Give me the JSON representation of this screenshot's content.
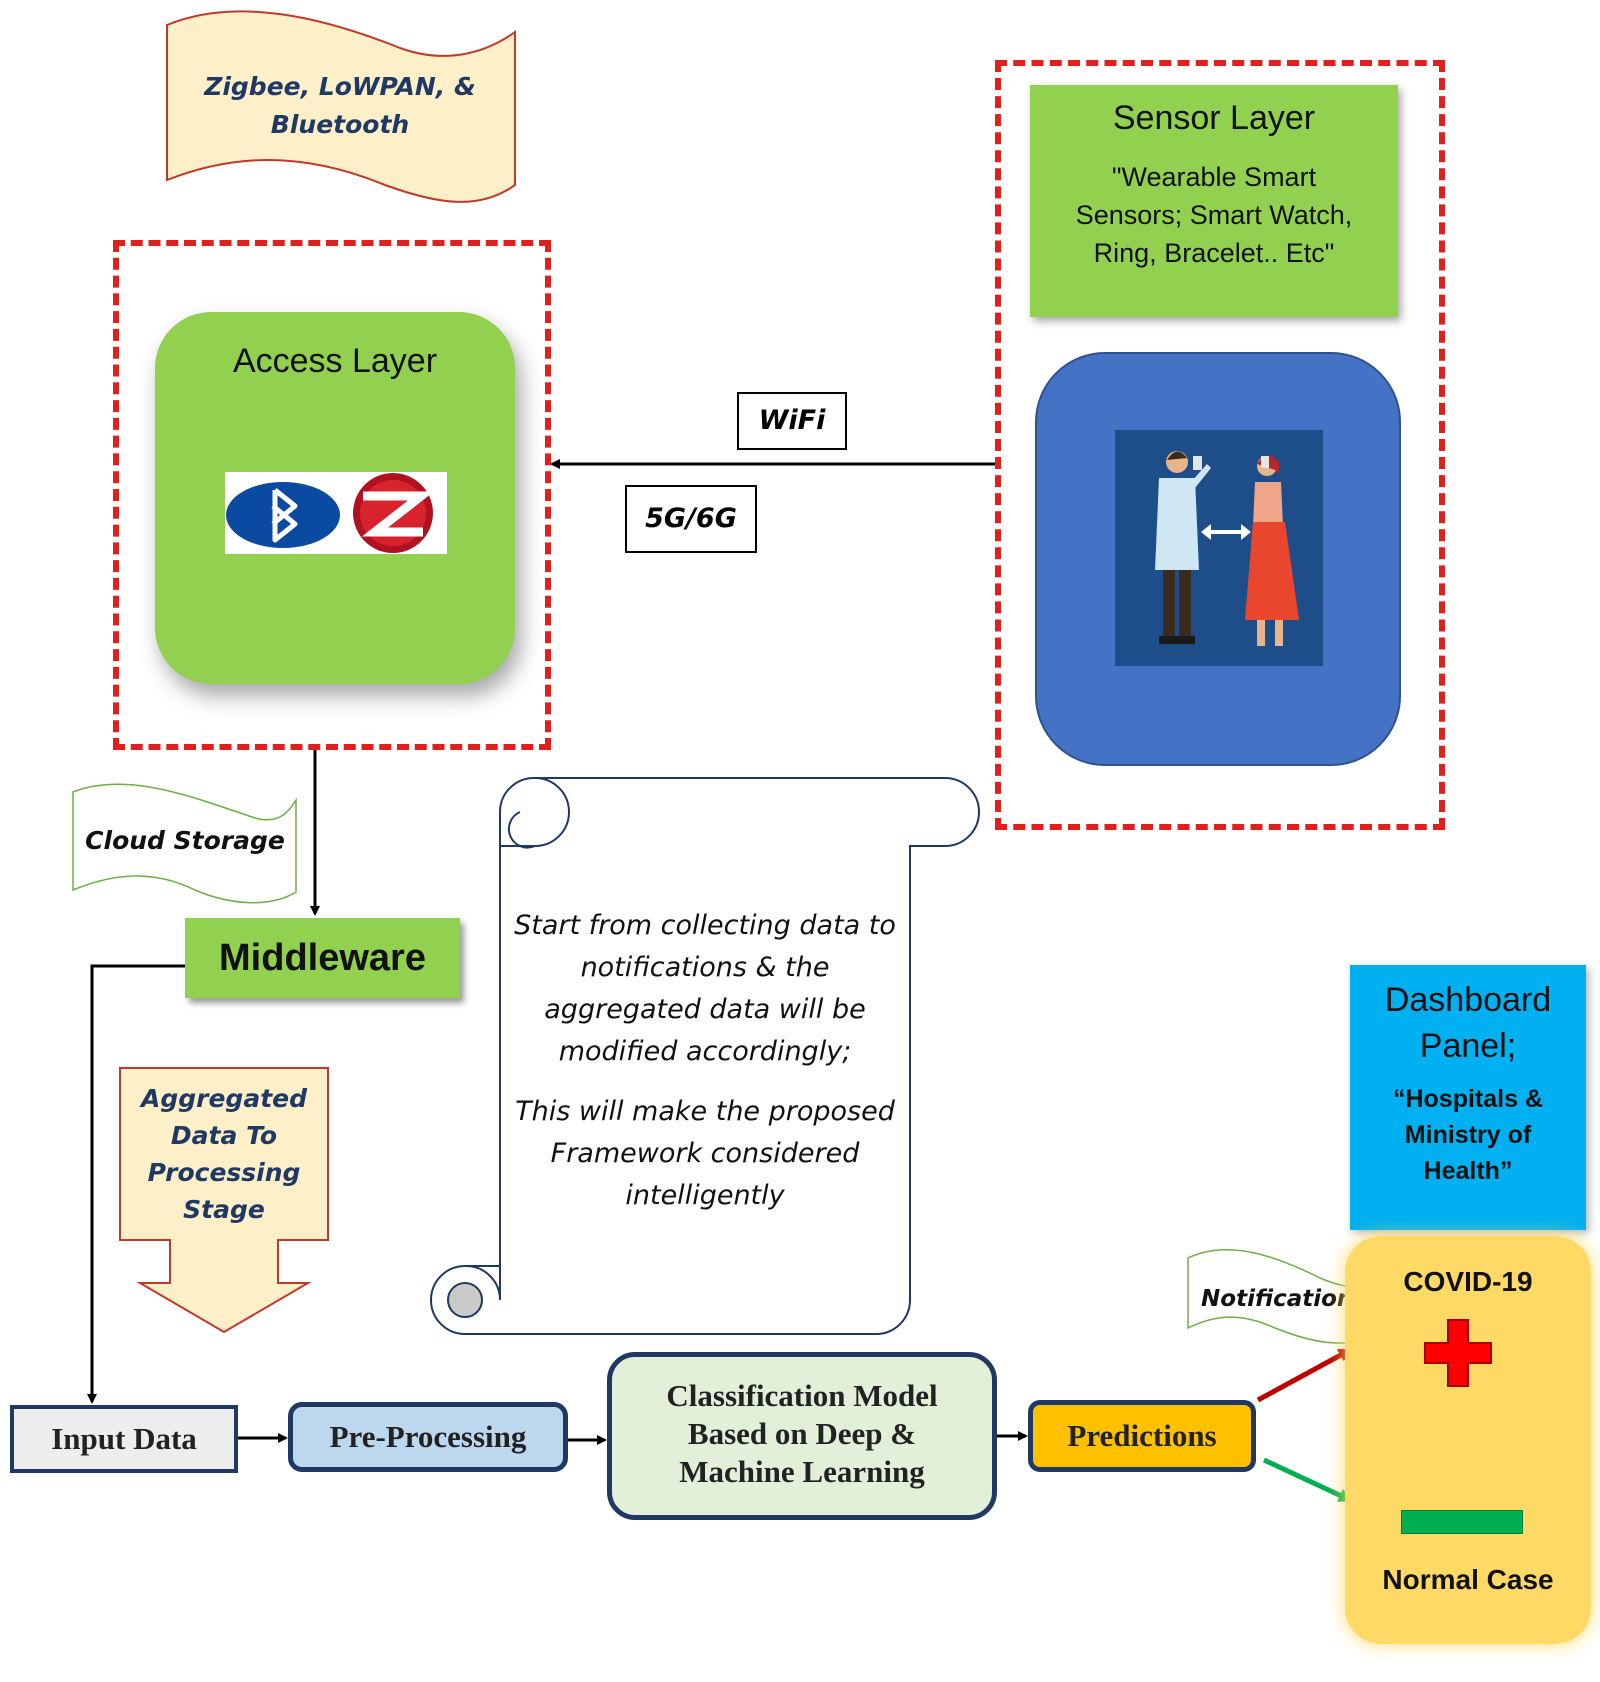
{
  "protocols_flag": {
    "line1": "Zigbee, LoWPAN, &",
    "line2": "Bluetooth"
  },
  "access_layer": {
    "title": "Access Layer",
    "logos": [
      "bluetooth-logo",
      "zigbee-logo"
    ]
  },
  "sensor_layer": {
    "title": "Sensor Layer",
    "line1": "\"Wearable Smart",
    "line2": "Sensors; Smart Watch,",
    "line3": "Ring, Bracelet.. Etc\""
  },
  "links": {
    "wifi": "WiFi",
    "cellular": "5G/6G"
  },
  "cloud_storage": "Cloud Storage",
  "middleware": "Middleware",
  "aggregated": {
    "l1": "Aggregated",
    "l2": "Data To",
    "l3": "Processing",
    "l4": "Stage"
  },
  "scroll_note": {
    "p1_l1": "Start from collecting data to",
    "p1_l2": "notifications & the",
    "p1_l3": "aggregated data will be",
    "p1_l4": "modified accordingly;",
    "p2_l1": "This will make the proposed",
    "p2_l2": "Framework considered",
    "p2_l3": "intelligently"
  },
  "dashboard": {
    "t1": "Dashboard",
    "t2": "Panel;",
    "s1": "“Hospitals &",
    "s2": "Ministry of",
    "s3": "Health”"
  },
  "notifications": "Notifications",
  "results": {
    "positive": "COVID-19",
    "negative": "Normal Case"
  },
  "pipeline": {
    "input": "Input Data",
    "preprocessing": "Pre-Processing",
    "model_l1": "Classification Model",
    "model_l2": "Based on Deep &",
    "model_l3": "Machine Learning",
    "predictions": "Predictions"
  },
  "colors": {
    "layer_green": "#92d050",
    "dashed_red": "#e0201b",
    "sensor_blue": "#4472c4",
    "dashboard_blue": "#00b0f0",
    "result_yellow": "#ffd966",
    "pred_orange": "#ffc000",
    "arrow_red": "#c00000",
    "arrow_green": "#00b050"
  }
}
